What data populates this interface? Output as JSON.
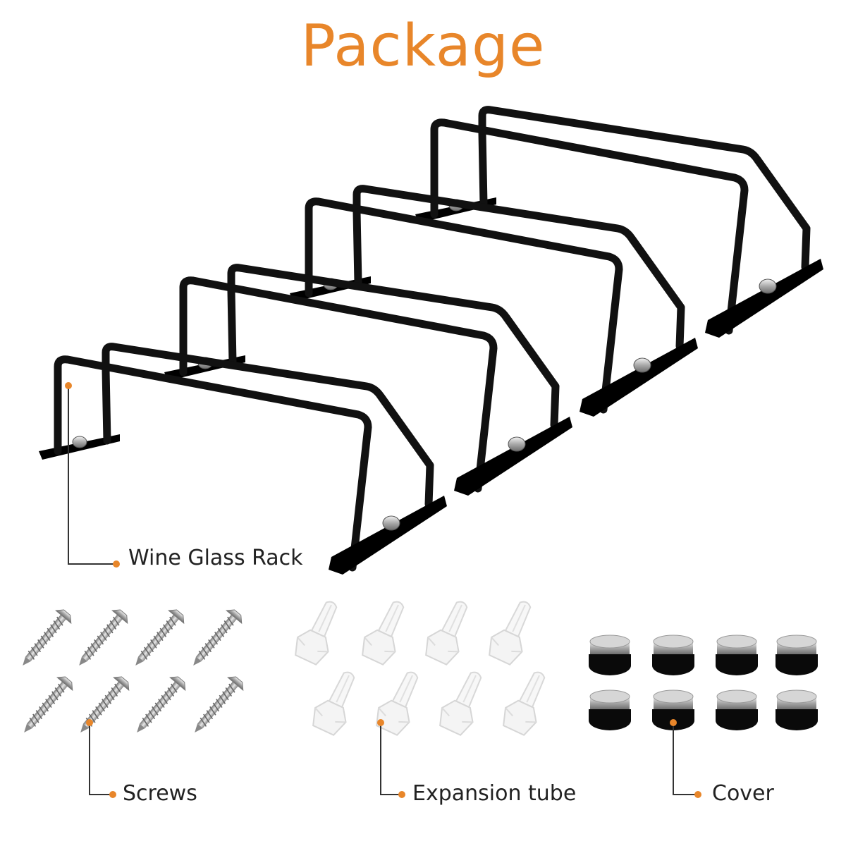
{
  "title": "Package",
  "accent_color": "#e8862a",
  "rack_color": "#111111",
  "labels": {
    "rack": "Wine Glass Rack",
    "screws": "Screws",
    "expansion": "Expansion tube",
    "cover": "Cover"
  },
  "counts": {
    "racks": 4,
    "screws": 8,
    "expansion_tubes": 8,
    "covers": 8
  }
}
